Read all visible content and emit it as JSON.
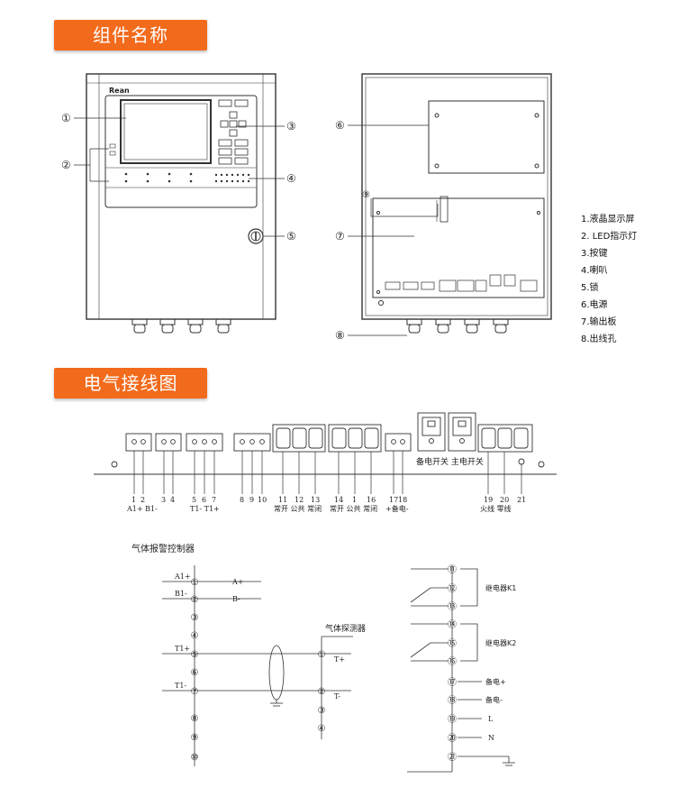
{
  "sections": {
    "components_title": "组件名称",
    "wiring_title": "电气接线图"
  },
  "front_panel": {
    "brand": "Rean",
    "callouts": [
      "①",
      "②",
      "③",
      "④",
      "⑤"
    ]
  },
  "inner_panel": {
    "callouts": [
      "⑥",
      "⑦",
      "⑧",
      "⑨"
    ]
  },
  "legend": [
    "1.液晶显示屏",
    "2. LED指示灯",
    "3.按键",
    "4.喇叭",
    "5.锁",
    "6.电源",
    "7.输出板",
    "8.出线孔"
  ],
  "terminal_strip": {
    "switch_labels": "备电开关 主电开关",
    "numbers": [
      "1",
      "2",
      "3",
      "4",
      "5",
      "6",
      "7",
      "8",
      "9",
      "10",
      "11",
      "12",
      "13",
      "14",
      "1",
      "16",
      "17",
      "18",
      "19",
      "20",
      "21"
    ],
    "labels_a": "A1+ B1-",
    "labels_t": "T1-   T1+",
    "labels_relay1": "常开 公共 常闭",
    "labels_relay2": "常开 公共 常闭",
    "labels_backup": "+备电-",
    "labels_power": "火线 零线"
  },
  "controller_diagram": {
    "title": "气体报警控制器",
    "detector_title": "气体探测器",
    "wire_a1": "A1+",
    "wire_b1": "B1-",
    "wire_t1p": "T1+",
    "wire_t1m": "T1-",
    "right_a": "A+",
    "right_b": "B-",
    "det_tplus": "T+",
    "det_tminus": "T-",
    "nodes": [
      "①",
      "②",
      "③",
      "④",
      "⑤",
      "⑥",
      "⑦",
      "⑧",
      "⑨",
      "⑩"
    ],
    "det_nodes": [
      "①",
      "②",
      "③",
      "④"
    ]
  },
  "relay_diagram": {
    "nodes": [
      "⑪",
      "⑫",
      "⑬",
      "⑭",
      "⑮",
      "⑯",
      "⑰",
      "⑱",
      "⑲",
      "⑳",
      "㉑"
    ],
    "k1": "继电器K1",
    "k2": "继电器K2",
    "backup_plus": "备电+",
    "backup_minus": "备电-",
    "l": "L",
    "n": "N"
  }
}
